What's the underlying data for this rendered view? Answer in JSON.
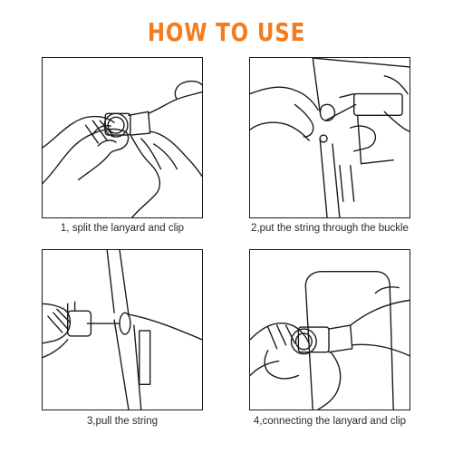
{
  "title": {
    "text": "HOW TO USE",
    "color": "#f47c20"
  },
  "steps": [
    {
      "caption": "1, split the lanyard and clip"
    },
    {
      "caption": "2,put the string through the buckle"
    },
    {
      "caption": "3,pull the string"
    },
    {
      "caption": "4,connecting the lanyard and clip"
    }
  ],
  "colors": {
    "line": "#1a1a1a",
    "border": "#1a1a1a",
    "background": "#ffffff"
  }
}
